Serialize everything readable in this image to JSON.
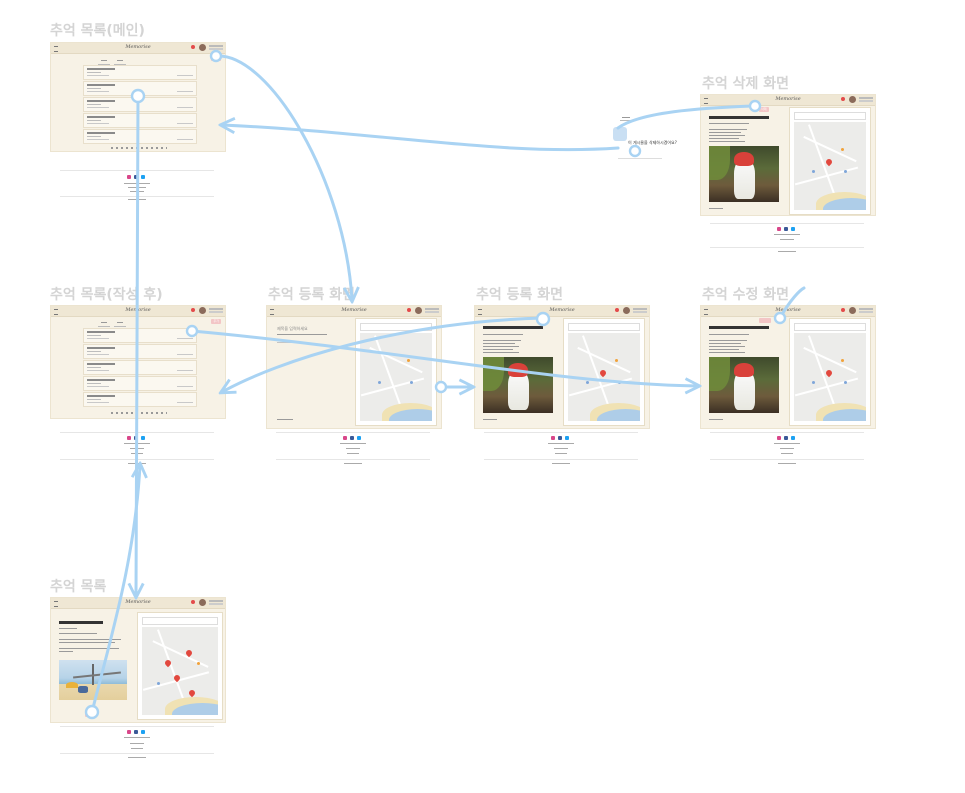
{
  "section_titles": {
    "main_list": "추억 목록(메인)",
    "delete": "추억 삭제 화면",
    "list_after": "추억 목록(작성 후)",
    "register_1": "추억 등록 화면",
    "register_2": "추억 등록 화면",
    "edit": "추억 수정 화면",
    "list": "추억 목록"
  },
  "app": {
    "logo": "Memorise",
    "add_button": "추가",
    "delete_button": "삭제"
  },
  "register_form": {
    "title_placeholder": "제목을 입력하세요"
  },
  "detail": {
    "cafe_title": "비가 와서 차라리 좋았던 부산 카페",
    "beach_title": "광안리 해수욕장 산책"
  },
  "delete_dialog": {
    "message": "이 게시물을 삭제하시겠어요?"
  },
  "colors": {
    "arrow": "#a9d3f3",
    "accent": "#e34b4b",
    "frame_bg": "#f7f2e6",
    "title_gray": "#d4d4d4"
  }
}
